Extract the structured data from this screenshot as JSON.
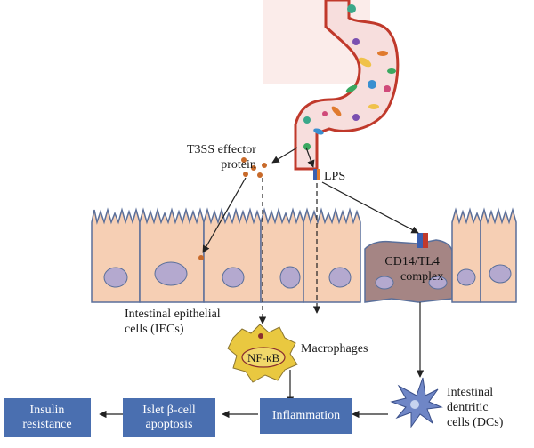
{
  "labels": {
    "t3ss_line1": "T3SS effector",
    "t3ss_line2": "protein",
    "lps": "LPS",
    "cd14_line1": "CD14/TL4",
    "cd14_line2": "complex",
    "iec_line1": "Intestinal epithelial",
    "iec_line2": "cells (IECs)",
    "nfkb": "NF-κB",
    "macrophages": "Macrophages",
    "dc_line1": "Intestinal",
    "dc_line2": "dentritic",
    "dc_line3": "cells (DCs)"
  },
  "boxes": {
    "insulin_line1": "Insulin",
    "insulin_line2": "resistance",
    "islet_line1": "Islet β-cell",
    "islet_line2": "apoptosis",
    "inflammation": "Inflammation"
  },
  "colors": {
    "box_fill": "#4a6fb0",
    "cell_fill": "#f6cfb4",
    "cell_stroke": "#5a6f9a",
    "nucleus": "#b4a9cf",
    "dark_cell": "#a58584",
    "macrophage": "#e9c840",
    "dc": "#6f86c6",
    "effector_dot": "#c86a2a"
  }
}
